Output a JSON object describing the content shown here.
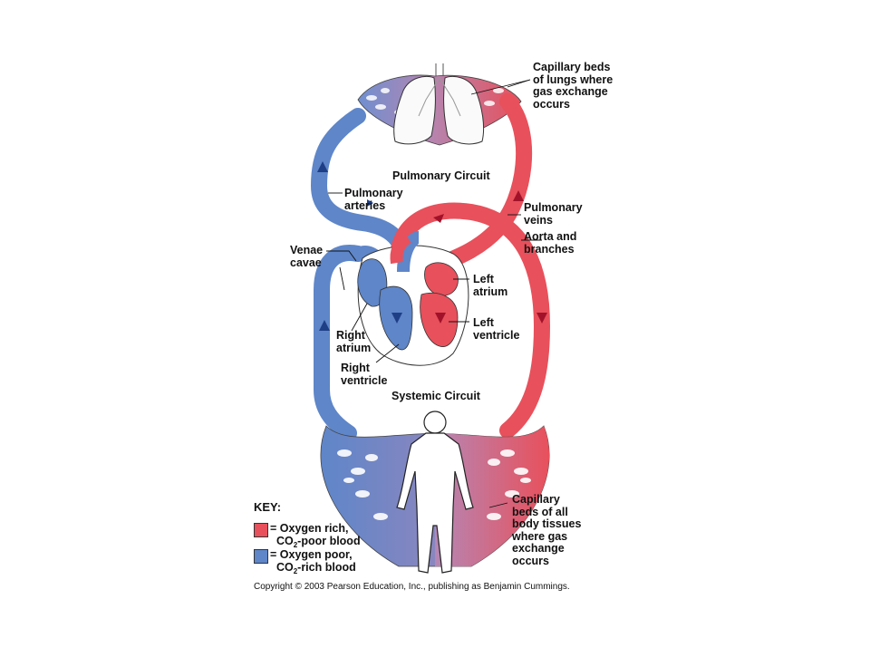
{
  "colors": {
    "oxygen_rich": "#e8505b",
    "oxygen_poor": "#5e86c9",
    "capillary_mix": "#b587b5",
    "outline": "#222222"
  },
  "labels": {
    "capillary_lungs": "Capillary beds\nof lungs where\ngas exchange\noccurs",
    "pulmonary_circuit": "Pulmonary Circuit",
    "pulmonary_arteries": "Pulmonary\narteries",
    "pulmonary_veins": "Pulmonary\nveins",
    "aorta": "Aorta and\nbranches",
    "venae_cavae": "Venae\ncavae",
    "left_atrium": "Left\natrium",
    "left_ventricle": "Left\nventricle",
    "right_atrium": "Right\natrium",
    "right_ventricle": "Right\nventricle",
    "systemic_circuit": "Systemic Circuit",
    "capillary_body": "Capillary\nbeds of all\nbody tissues\nwhere gas\nexchange\noccurs"
  },
  "key": {
    "title": "KEY:",
    "rich_line1": "= Oxygen rich,",
    "rich_line2_pre": "CO",
    "rich_line2_sub": "2",
    "rich_line2_post": "-poor blood",
    "poor_line1": "= Oxygen poor,",
    "poor_line2_pre": "CO",
    "poor_line2_sub": "2",
    "poor_line2_post": "-rich blood"
  },
  "copyright": "Copyright © 2003 Pearson Education, Inc., publishing as Benjamin Cummings."
}
